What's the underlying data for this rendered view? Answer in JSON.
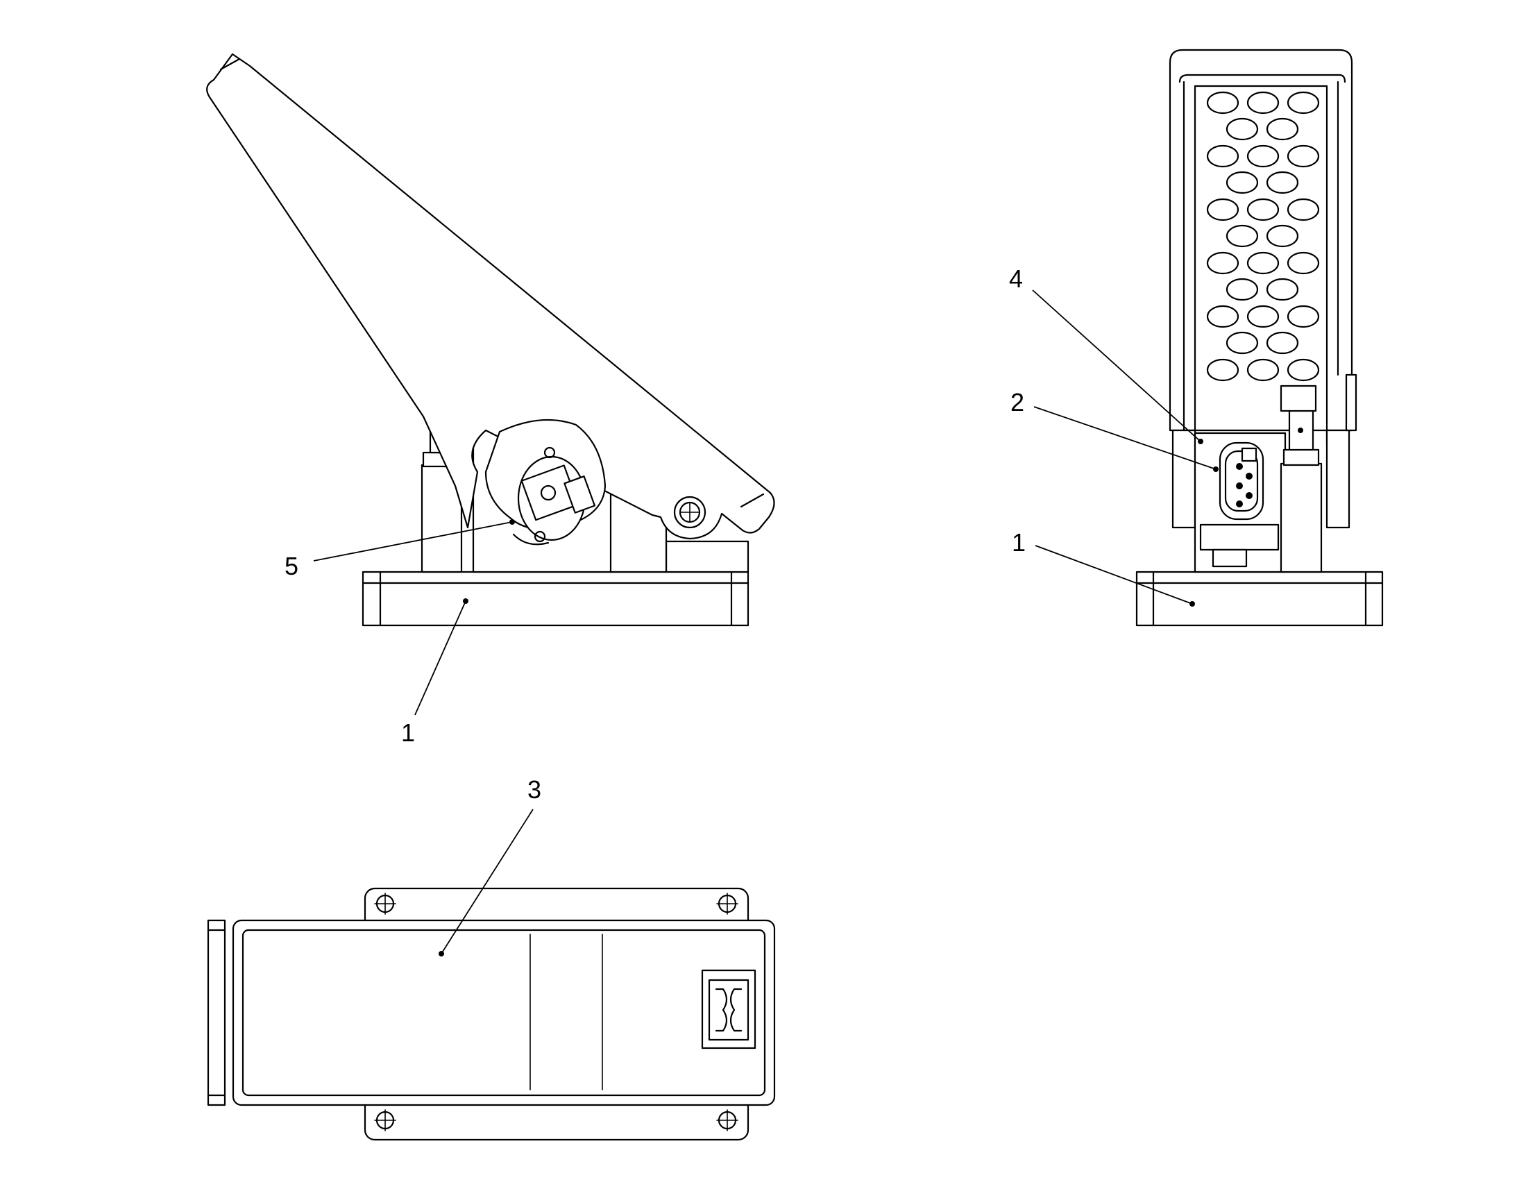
{
  "callouts": {
    "side_base": "1",
    "side_sensor": "5",
    "front_base": "1",
    "front_connector": "2",
    "front_housing": "4",
    "top_tread": "3"
  },
  "colors": {
    "line": "#000000",
    "background": "#ffffff"
  }
}
